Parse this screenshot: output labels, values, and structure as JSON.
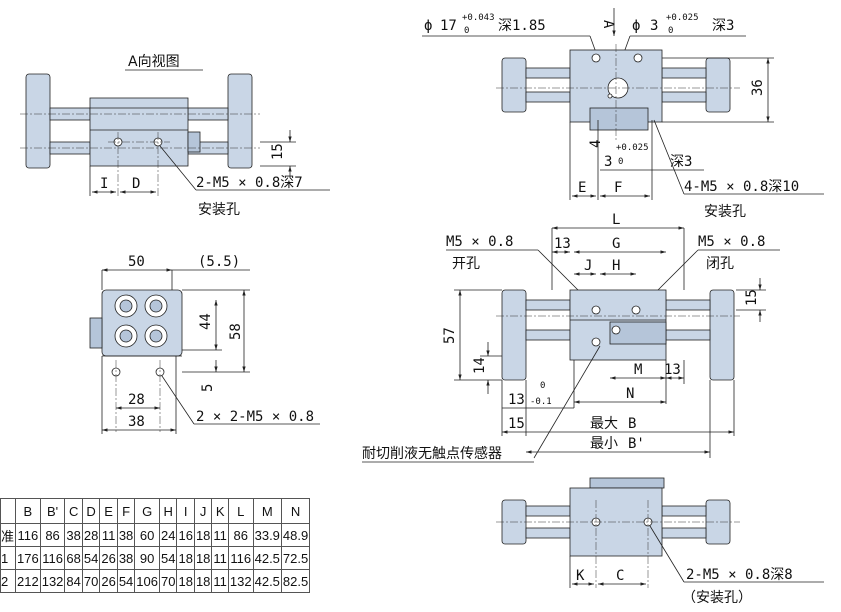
{
  "view_a": {
    "title": "A向视图",
    "dim_I": "I",
    "dim_D": "D",
    "dim_15": "15",
    "note_line1": "2-M5 × 0.8深7",
    "note_line2": "安装孔"
  },
  "end_view": {
    "dim_50": "50",
    "dim_55": "(5.5)",
    "dim_44": "44",
    "dim_58": "58",
    "dim_5": "5",
    "dim_28": "28",
    "dim_38": "38",
    "note": "2 × 2-M5 × 0.8"
  },
  "top_view": {
    "phi_label": "ϕ",
    "phi17": "17",
    "phi17_tol_plus": "+0.043",
    "phi17_tol_zero": "0",
    "depth_185": "深1.85",
    "arrow_label": "A",
    "phi3": "3",
    "phi3_tol_plus": "+0.025",
    "phi3_tol_zero": "0",
    "depth_3": "深3",
    "dim_36": "36",
    "dim_4": "4",
    "dim_3": "3",
    "dim3_tol_plus": "+0.025",
    "dim3_tol_zero": "0",
    "dim3_depth": "深3",
    "dim_E": "E",
    "dim_F": "F",
    "note_line1": "4-M5 × 0.8深10",
    "note_line2": "安装孔"
  },
  "front_view": {
    "dim_L": "L",
    "dim_13": "13",
    "dim_G": "G",
    "open_port": "M5 × 0.8",
    "open_label": "开孔",
    "close_port": "M5 × 0.8",
    "close_label": "闭孔",
    "dim_J": "J",
    "dim_H": "H",
    "dim_15": "15",
    "dim_57": "57",
    "dim_14": "14",
    "dim_M": "M",
    "dim_13b": "13",
    "dim_N": "N",
    "dim_13c": "13",
    "dim_13c_tol_zero": "0",
    "dim_13c_tol_minus": "-0.1",
    "dim_15b": "15",
    "max_label": "最大",
    "max_B": "B",
    "min_label": "最小",
    "min_B": "B'",
    "sensor_note": "耐切削液无触点传感器"
  },
  "bottom_view": {
    "dim_K": "K",
    "dim_C": "C",
    "note_line1": "2-M5 × 0.8深8",
    "note_line2": "（安装孔）"
  },
  "table": {
    "headers": [
      "",
      "B",
      "B'",
      "C",
      "D",
      "E",
      "F",
      "G",
      "H",
      "I",
      "J",
      "K",
      "L",
      "M",
      "N"
    ],
    "rows": [
      [
        "准",
        "116",
        "86",
        "38",
        "28",
        "11",
        "38",
        "60",
        "24",
        "16",
        "18",
        "11",
        "86",
        "33.9",
        "48.9"
      ],
      [
        "1",
        "176",
        "116",
        "68",
        "54",
        "26",
        "38",
        "90",
        "54",
        "18",
        "18",
        "11",
        "116",
        "42.5",
        "72.5"
      ],
      [
        "2",
        "212",
        "132",
        "84",
        "70",
        "26",
        "54",
        "106",
        "70",
        "18",
        "18",
        "11",
        "132",
        "42.5",
        "82.5"
      ]
    ]
  }
}
